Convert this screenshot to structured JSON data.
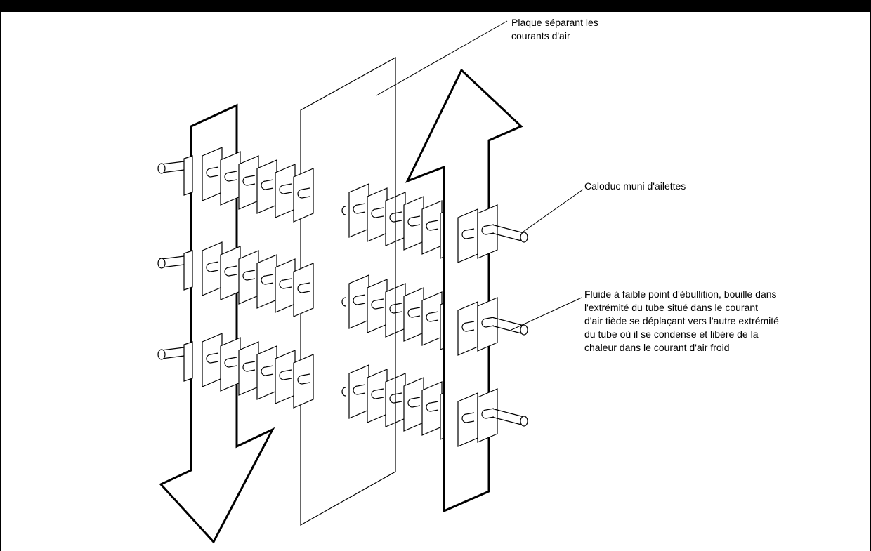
{
  "colors": {
    "ink": "#000000",
    "paper": "#ffffff",
    "frame": "#000000"
  },
  "diagram": {
    "components": [
      "warm-air-downward-arrow",
      "cold-air-upward-arrow",
      "separator-plate",
      "finned-heat-pipes"
    ],
    "heat_pipe_count": 3,
    "labels": {
      "plate": "Plaque séparant les\ncourants d'air",
      "heatpipe": "Caloduc muni d'ailettes",
      "fluid": "Fluide à faible point d'ébullition, bouille dans\nl'extrémité du tube situé dans le courant\nd'air tiède se déplaçant vers l'autre extrémité\ndu tube où il se condense et libère de la\nchaleur dans le courant d'air froid"
    }
  }
}
